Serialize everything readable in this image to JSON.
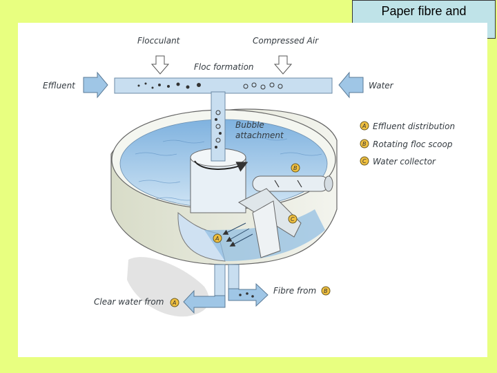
{
  "slide": {
    "title_line1": "Paper fibre and",
    "title_line2": "water recovery"
  },
  "diagram": {
    "labels": {
      "flocculant": "Flocculant",
      "compressed_air": "Compressed Air",
      "floc_formation": "Floc formation",
      "effluent": "Effluent",
      "water": "Water",
      "bubble_line1": "Bubble",
      "bubble_line2": "attachment",
      "clear_water_from": "Clear water from",
      "fibre_from": "Fibre from"
    },
    "legend": [
      {
        "letter": "A",
        "text": "Effluent distribution"
      },
      {
        "letter": "B",
        "text": "Rotating floc scoop"
      },
      {
        "letter": "C",
        "text": "Water collector"
      }
    ],
    "badges": {
      "scoop": "B",
      "collector": "C",
      "distribution": "A",
      "fibre_ref": "B",
      "clear_ref": "A"
    },
    "colors": {
      "water": "#9cc8e8",
      "pipe": "#c8def0",
      "badge": "#f0c040",
      "arrow": "#9fc6e6"
    }
  }
}
